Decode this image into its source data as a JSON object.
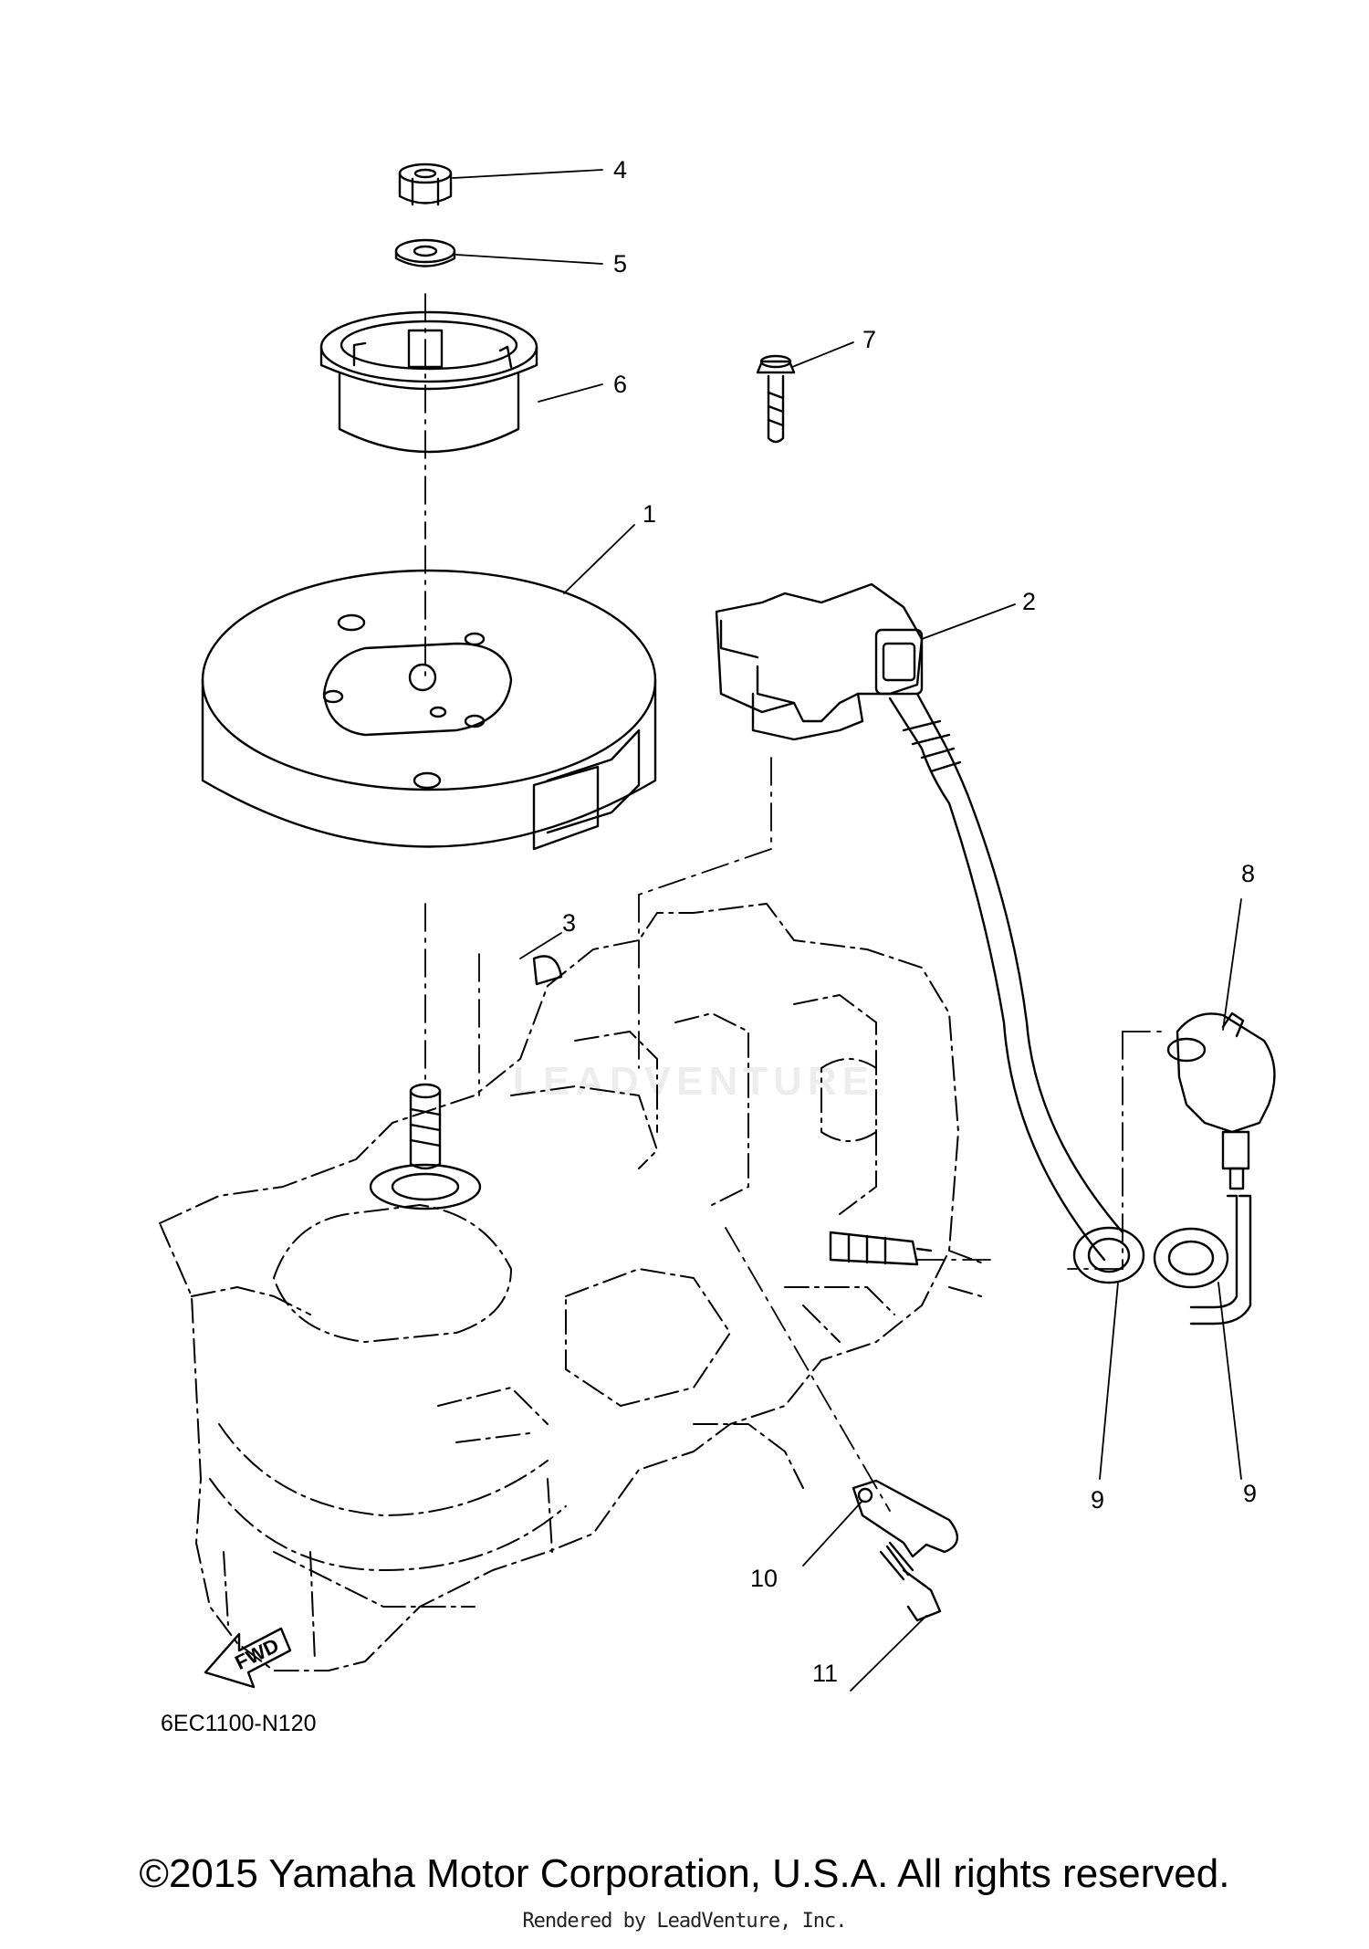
{
  "diagram": {
    "callouts": [
      "1",
      "2",
      "3",
      "4",
      "5",
      "6",
      "7",
      "8",
      "9",
      "9",
      "10",
      "11"
    ],
    "part_code": "6EC1100-N120",
    "direction_label": "FWD",
    "watermark": "LEADVENTURE"
  },
  "footer": {
    "copyright": "©2015 Yamaha Motor Corporation, U.S.A. All rights reserved.",
    "rendered_by": "Rendered by LeadVenture, Inc."
  }
}
